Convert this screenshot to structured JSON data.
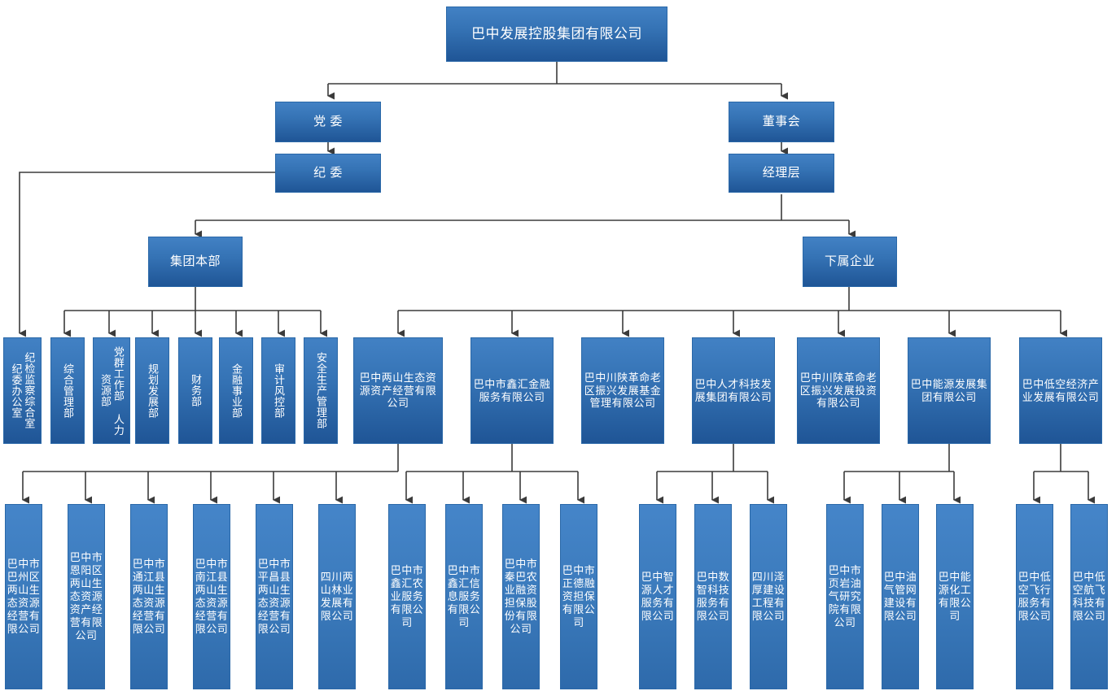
{
  "chart_data": {
    "type": "diagram",
    "title": "巴中发展控股集团有限公司 组织架构图",
    "diagram_kind": "org-chart",
    "orientation": "top-down"
  },
  "theme": {
    "box_fill_top": "#4281c4",
    "box_fill_bottom": "#1f5596",
    "box_fill_flat": "#3a79ba",
    "box_border": "#2a68a8",
    "connector_color": "#404040",
    "text_color": "#ffffff",
    "background": "#ffffff"
  },
  "root": {
    "label": "巴中发展控股集团有限公司"
  },
  "level2": [
    {
      "label": "党 委"
    },
    {
      "label": "董事会"
    }
  ],
  "level2b": [
    {
      "label": "纪 委"
    },
    {
      "label": "经理层"
    }
  ],
  "level3": [
    {
      "label": "集团本部"
    },
    {
      "label": "下属企业"
    }
  ],
  "departments": [
    {
      "label": "纪检监察综合室 纪委办公室",
      "line1": "纪检监察综合室",
      "line2": "纪委办公室"
    },
    {
      "label": "综合管理部"
    },
    {
      "label": "党群工作部 人力资源部",
      "line1": "人力资源部",
      "line2": "党群工作部"
    },
    {
      "label": "规划发展部"
    },
    {
      "label": "财务部"
    },
    {
      "label": "金融事业部"
    },
    {
      "label": "审计风控部"
    },
    {
      "label": "安全生产管理部"
    }
  ],
  "subsidiaries": [
    {
      "label": "巴中两山生态资源资产经营有限公司"
    },
    {
      "label": "巴中市鑫汇金融服务有限公司"
    },
    {
      "label": "巴中川陕革命老区振兴发展基金管理有限公司"
    },
    {
      "label": "巴中人才科技发展集团有限公司"
    },
    {
      "label": "巴中川陕革命老区振兴发展投资有限公司"
    },
    {
      "label": "巴中能源发展集团有限公司"
    },
    {
      "label": "巴中低空经济产业发展有限公司"
    }
  ],
  "leaves": [
    {
      "label": "巴中市巴州区两山生态资源经营有限公司",
      "parent": "巴中两山生态资源资产经营有限公司"
    },
    {
      "label": "巴中市恩阳区两山生态资源资产经营有限公司",
      "parent": "巴中两山生态资源资产经营有限公司"
    },
    {
      "label": "巴中市通江县两山生态资源经营有限公司",
      "parent": "巴中两山生态资源资产经营有限公司"
    },
    {
      "label": "巴中市南江县两山生态资源经营有限公司",
      "parent": "巴中两山生态资源资产经营有限公司"
    },
    {
      "label": "巴中市平昌县两山生态资源经营有限公司",
      "parent": "巴中两山生态资源资产经营有限公司"
    },
    {
      "label": "四川两山林业发展有限公司",
      "parent": "巴中两山生态资源资产经营有限公司"
    },
    {
      "label": "巴中市鑫汇农业服务有限公司",
      "parent": "巴中市鑫汇金融服务有限公司"
    },
    {
      "label": "巴中市鑫汇信息服务有限公司",
      "parent": "巴中市鑫汇金融服务有限公司"
    },
    {
      "label": "巴中市秦巴农业融资担保股份有限公司",
      "parent": "巴中市鑫汇金融服务有限公司"
    },
    {
      "label": "巴中市正德融资担保有限公司",
      "parent": "巴中市鑫汇金融服务有限公司"
    },
    {
      "label": "巴中智源人才服务有限公司",
      "parent": "巴中人才科技发展集团有限公司"
    },
    {
      "label": "巴中数智科技服务有限公司",
      "parent": "巴中人才科技发展集团有限公司"
    },
    {
      "label": "四川泽厚建设工程有限公司",
      "parent": "巴中人才科技发展集团有限公司"
    },
    {
      "label": "巴中市页岩油气研究院有限公司",
      "parent": "巴中能源发展集团有限公司"
    },
    {
      "label": "巴中油气管网建设有限公司",
      "parent": "巴中能源发展集团有限公司"
    },
    {
      "label": "巴中能源化工有限公司",
      "parent": "巴中能源发展集团有限公司"
    },
    {
      "label": "巴中低空飞行服务有限公司",
      "parent": "巴中低空经济产业发展有限公司"
    },
    {
      "label": "巴中低空航飞科技有限公司",
      "parent": "巴中低空经济产业发展有限公司"
    }
  ]
}
